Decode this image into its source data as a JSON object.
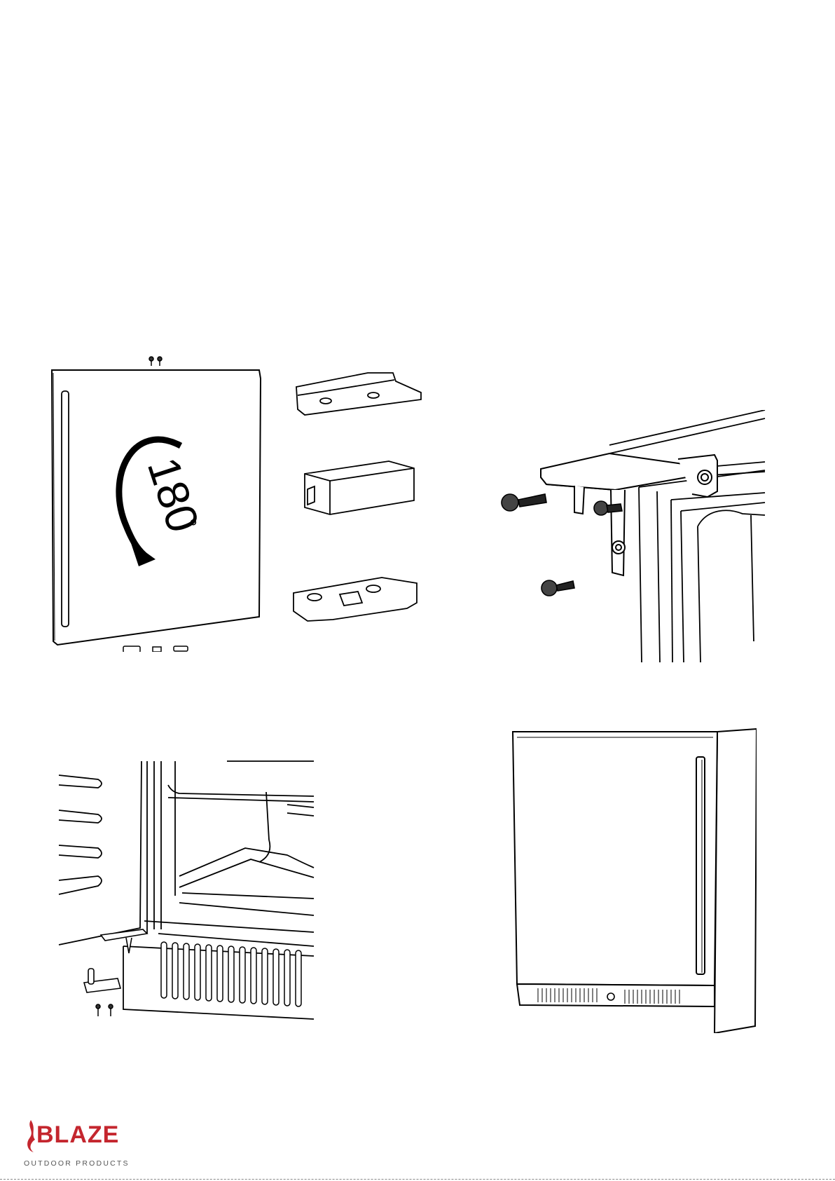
{
  "figures": {
    "rotation": {
      "angle_label": "180",
      "degree_symbol": "°"
    }
  },
  "brand": {
    "name": "BLAZE",
    "tagline": "OUTDOOR PRODUCTS",
    "color": "#c4262e"
  },
  "icons": [
    "flame-icon",
    "screw-icon",
    "curved-arrow-icon"
  ]
}
